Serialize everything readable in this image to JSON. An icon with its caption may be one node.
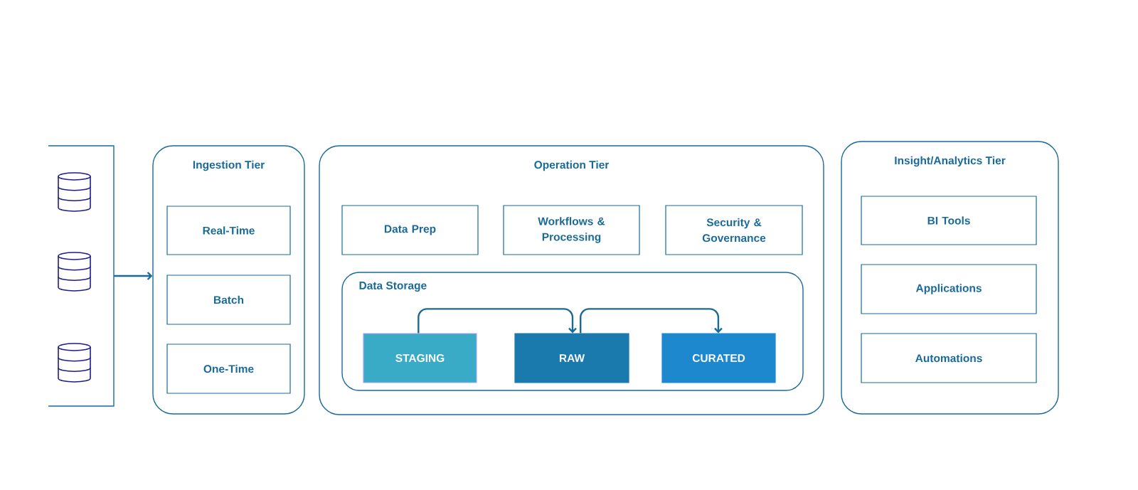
{
  "diagram": {
    "nodes": [
      {
        "text": [],
        "shape": "bracket"
      },
      {
        "text": [],
        "shape": "cylinder",
        "in": 0
      },
      {
        "text": [],
        "shape": "cylinder",
        "in": 0
      },
      {
        "text": [],
        "shape": "cylinder",
        "in": 0
      },
      {
        "text": [
          "Ingestion Tier"
        ]
      },
      {
        "text": [
          "Real-Time"
        ],
        "in": 4
      },
      {
        "text": [
          "Batch"
        ],
        "in": 4
      },
      {
        "text": [
          "One-Time"
        ],
        "in": 4
      },
      {
        "text": [
          "Operation Tier"
        ]
      },
      {
        "text": [
          "Data Prep"
        ],
        "in": 8
      },
      {
        "text": [
          "Workflows & Processing"
        ],
        "in": 8
      },
      {
        "text": [
          "Security & Governance"
        ],
        "in": 8
      },
      {
        "text": [
          "Data Storage"
        ],
        "in": 8
      },
      {
        "text": [
          "STAGING"
        ],
        "in": 12
      },
      {
        "text": [
          "RAW"
        ],
        "in": 12
      },
      {
        "text": [
          "CURATED"
        ],
        "in": 12
      },
      {
        "text": [
          "Insight/Analytics Tier"
        ]
      },
      {
        "text": [
          "BI Tools"
        ],
        "in": 16
      },
      {
        "text": [
          "Applications"
        ],
        "in": 16
      },
      {
        "text": [
          "Automations"
        ],
        "in": 16
      }
    ],
    "edges": [
      {
        "from": 0,
        "to": 4,
        "arrow": "to"
      },
      {
        "from": 13,
        "to": 14,
        "arrow": "to"
      },
      {
        "from": 14,
        "to": 15,
        "arrow": "to"
      }
    ]
  }
}
